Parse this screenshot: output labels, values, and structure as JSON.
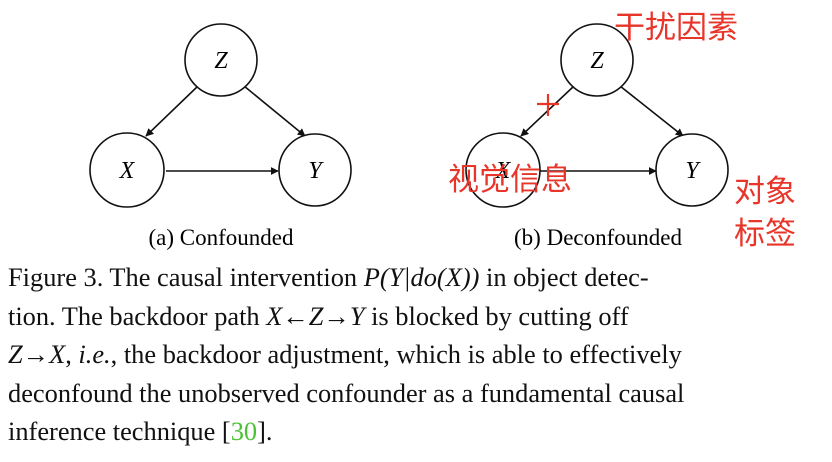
{
  "diagrams": [
    {
      "caption": "(a) Confounded",
      "nodes": {
        "z": "Z",
        "x": "X",
        "y": "Y"
      },
      "edges": [
        "Z→X",
        "Z→Y",
        "X→Y"
      ]
    },
    {
      "caption": "(b) Deconfounded",
      "nodes": {
        "z": "Z",
        "x": "X",
        "y": "Y"
      },
      "edges": [
        "Z→X (cut)",
        "Z→Y",
        "X→Y"
      ],
      "cut_mark": "+"
    }
  ],
  "annotations": {
    "z_label": "干扰因素",
    "x_label": "视觉信息",
    "y_label_line1": "对象",
    "y_label_line2": "标签",
    "color": "#e8352a"
  },
  "figure_caption": {
    "line1_prefix": "Figure 3.  The causal intervention ",
    "line1_math": "P(Y|do(X))",
    "line1_suffix": " in object detec-",
    "line2_prefix": "tion.  The backdoor path ",
    "line2_math": "X←Z→Y",
    "line2_suffix": " is blocked by cutting off",
    "line3_math": "Z→X",
    "line3_sep": ", ",
    "line3_ie": "i.e.",
    "line3_suffix": ", the backdoor adjustment, which is able to effectively",
    "line4": "deconfound the unobserved confounder as a fundamental causal",
    "line5_prefix": "inference technique [",
    "line5_cite": "30",
    "line5_suffix": "].",
    "cite_color": "#4ac231"
  }
}
